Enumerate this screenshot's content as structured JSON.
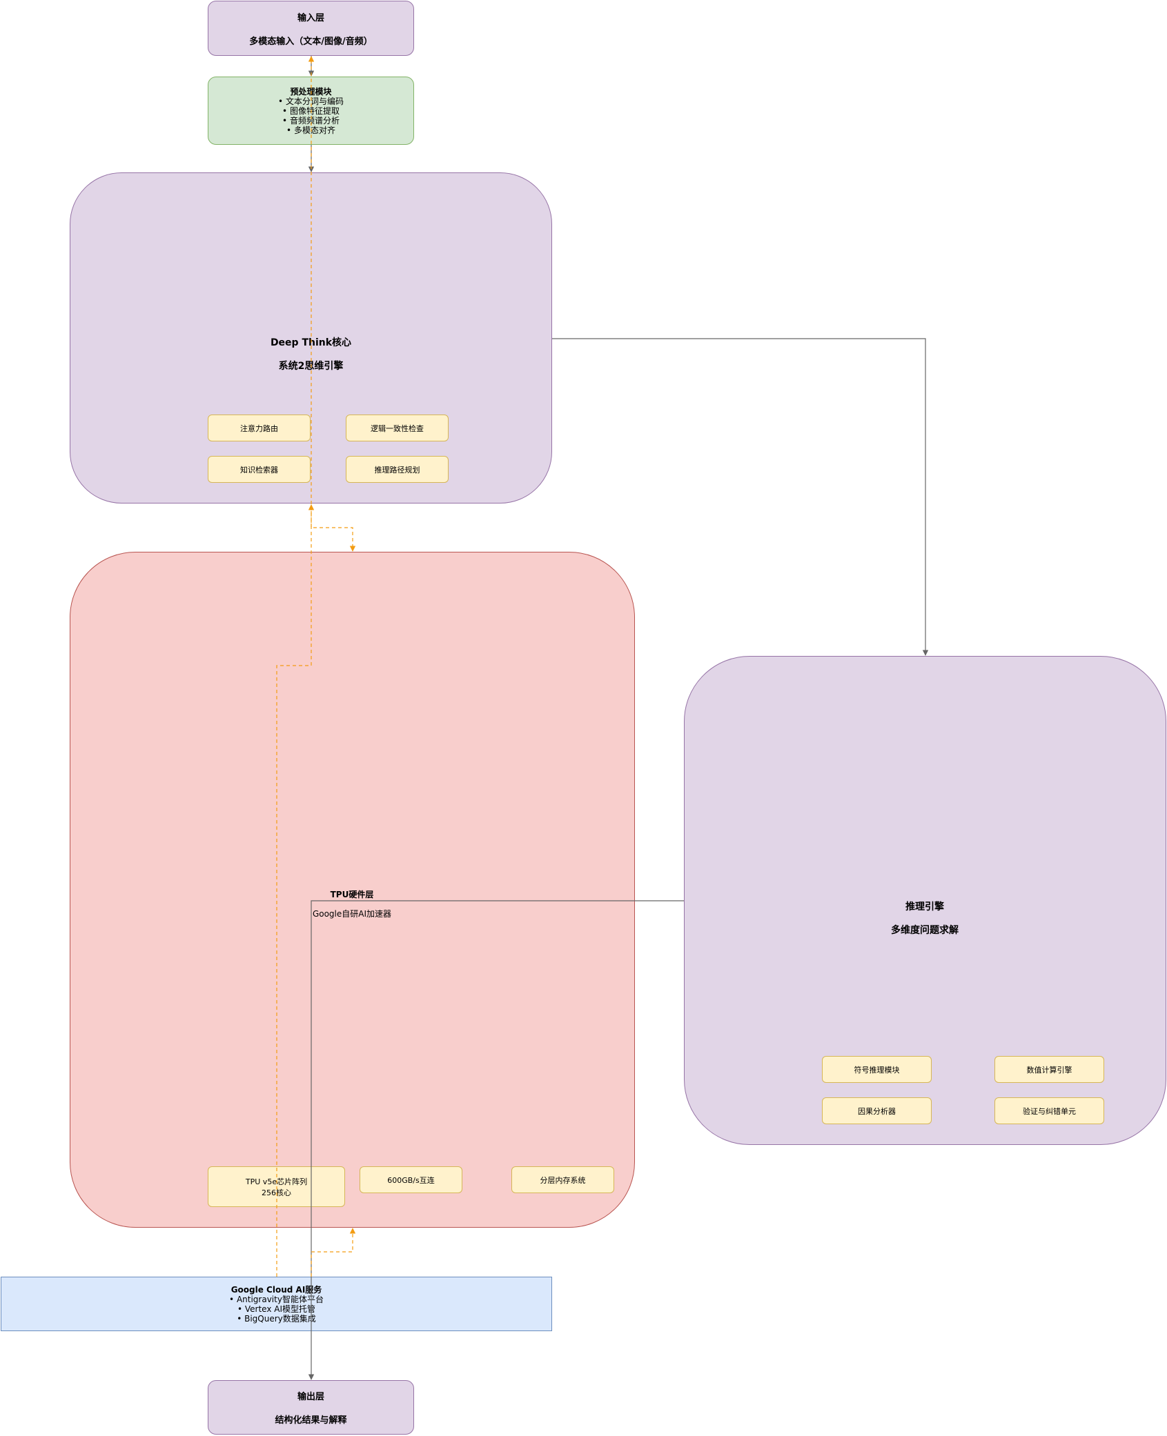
{
  "input_layer": {
    "title": "输入层",
    "subtitle": "多模态输入（文本/图像/音频）"
  },
  "preprocess": {
    "title": "预处理模块",
    "items": [
      "• 文本分词与编码",
      "• 图像特征提取",
      "• 音频频谱分析",
      "• 多模态对齐"
    ]
  },
  "deep_think": {
    "title": "Deep Think核心",
    "subtitle": "系统2思维引擎",
    "modules": [
      "注意力路由",
      "逻辑一致性检查",
      "知识检索器",
      "推理路径规划"
    ]
  },
  "tpu_layer": {
    "title": "TPU硬件层",
    "subtitle": "Google自研AI加速器",
    "modules": [
      "TPU v5e芯片阵列\n256核心",
      "600GB/s互连",
      "分层内存系统"
    ]
  },
  "reasoning_engine": {
    "title": "推理引擎",
    "subtitle": "多维度问题求解",
    "modules": [
      "符号推理模块",
      "数值计算引擎",
      "因果分析器",
      "验证与纠错单元"
    ]
  },
  "cloud_services": {
    "title": "Google Cloud AI服务",
    "items": [
      "• Antigravity智能体平台",
      "• Vertex AI模型托管",
      "• BigQuery数据集成"
    ]
  },
  "output_layer": {
    "title": "输出层",
    "subtitle": "结构化结果与解释"
  },
  "colors": {
    "solid_edge": "#666666",
    "dashed_edge": "#f39c12"
  }
}
